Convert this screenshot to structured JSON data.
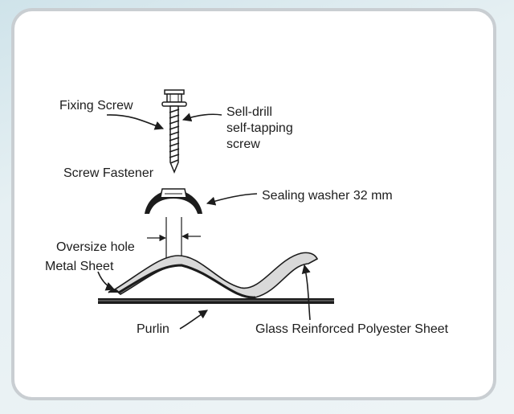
{
  "labels": {
    "fixing_screw": "Fixing Screw",
    "self_drill_line1": "Sell-drill",
    "self_drill_line2": "self-tapping",
    "self_drill_line3": "screw",
    "screw_fastener": "Screw Fastener",
    "sealing_washer": "Sealing washer 32 mm",
    "oversize_hole": "Oversize hole",
    "metal_sheet": "Metal Sheet",
    "purlin": "Purlin",
    "grp_sheet": "Glass Reinforced Polyester Sheet"
  },
  "colors": {
    "background": "#e6f0f3",
    "card": "#ffffff",
    "card_border": "#c9ced2",
    "ink": "#1c1c1c",
    "sheet_fill": "#d9d9d9"
  }
}
